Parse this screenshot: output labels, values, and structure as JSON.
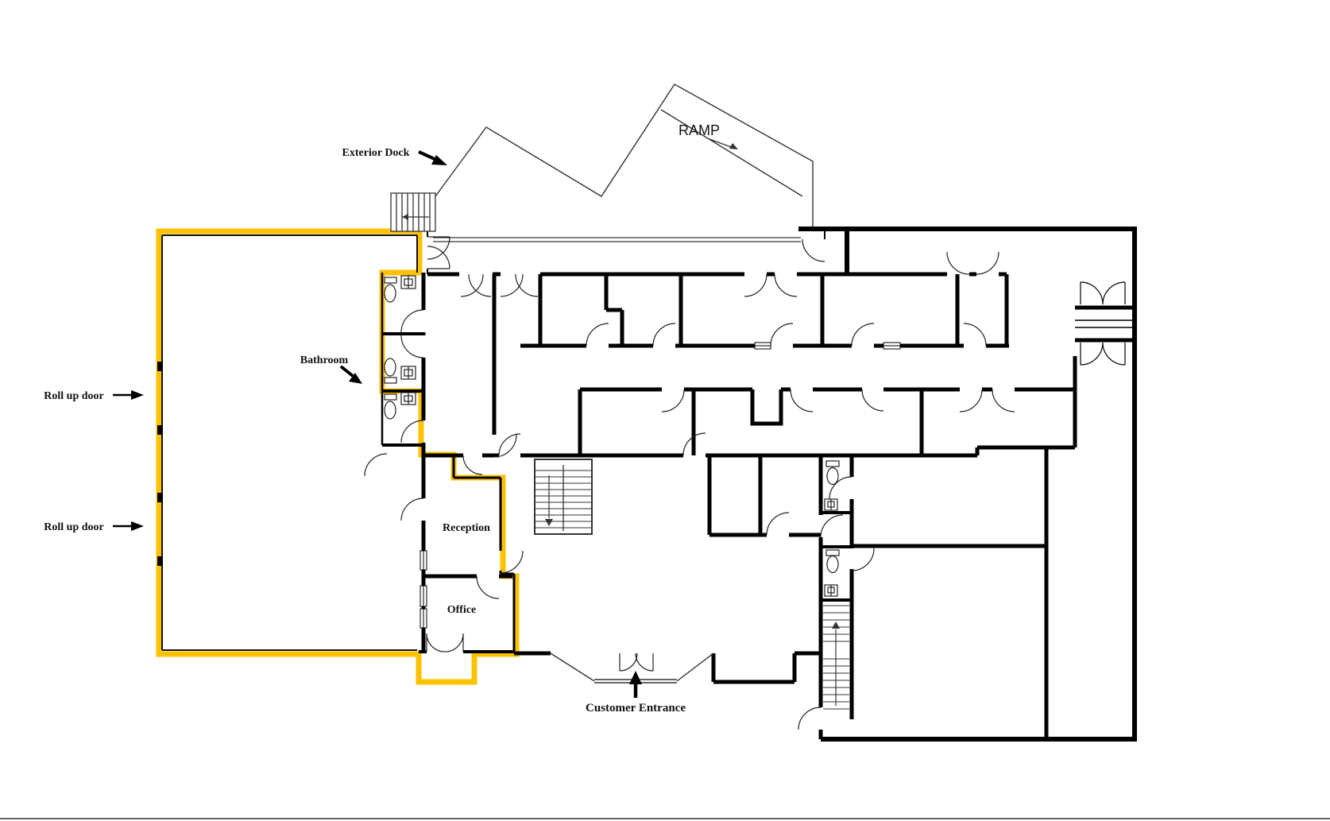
{
  "plan": {
    "annotations": {
      "exterior_dock": "Exterior Dock",
      "ramp": "RAMP",
      "bathroom": "Bathroom",
      "roll_up_door_upper": "Roll up door",
      "roll_up_door_lower": "Roll up door",
      "customer_entrance": "Customer Entrance"
    },
    "rooms": {
      "reception": "Reception",
      "office": "Office"
    },
    "colors": {
      "highlight": "#FCC200",
      "wall": "#000000",
      "background": "#FFFFFF"
    }
  }
}
